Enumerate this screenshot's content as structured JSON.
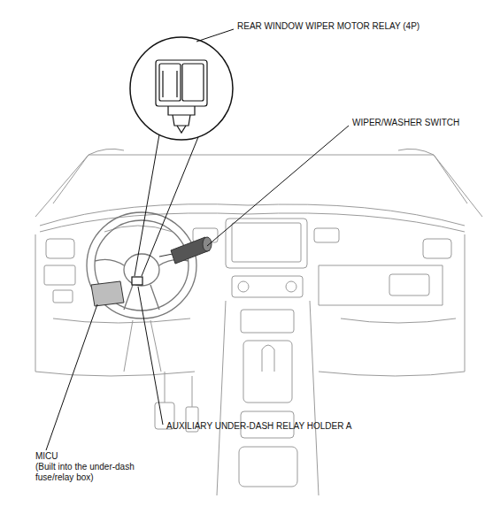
{
  "diagram": {
    "labels": [
      "REAR WINDOW WIPER MOTOR RELAY (4P)",
      "WIPER/WASHER SWITCH",
      "AUXILIARY UNDER-DASH RELAY HOLDER A",
      "MICU",
      "(Built into the under-dash fuse/relay box)"
    ]
  }
}
